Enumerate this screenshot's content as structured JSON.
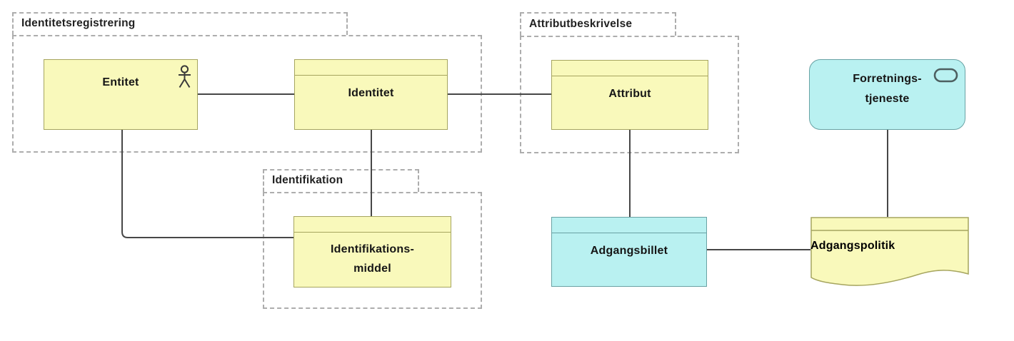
{
  "groups": {
    "identitetsregistrering": {
      "label": "Identitetsregistrering"
    },
    "attributbeskrivelse": {
      "label": "Attributbeskrivelse"
    },
    "identifikation": {
      "label": "Identifikation"
    }
  },
  "nodes": {
    "entitet": {
      "label": "Entitet",
      "type": "business-actor",
      "icon": "actor-icon",
      "fill": "#F9F9BB"
    },
    "identitet": {
      "label": "Identitet",
      "type": "business-object",
      "fill": "#F9F9BB"
    },
    "attribut": {
      "label": "Attribut",
      "type": "business-object",
      "fill": "#F9F9BB"
    },
    "identifikationsmiddel": {
      "label": "Identifikations-\nmiddel",
      "type": "business-object",
      "fill": "#F9F9BB"
    },
    "forretningstjeneste": {
      "label": "Forretnings-\ntjeneste",
      "type": "business-service",
      "icon": "service-oval-icon",
      "fill": "#B9F1F1"
    },
    "adgangsbillet": {
      "label": "Adgangsbillet",
      "type": "data-object",
      "fill": "#B9F1F1"
    },
    "adgangspolitik": {
      "label": "Adgangspolitik",
      "type": "deliverable",
      "fill": "#F9F9BB"
    }
  },
  "connections": [
    {
      "from": "entitet",
      "to": "identitet"
    },
    {
      "from": "identitet",
      "to": "attribut"
    },
    {
      "from": "identitet",
      "to": "identifikationsmiddel"
    },
    {
      "from": "entitet",
      "to": "identifikationsmiddel"
    },
    {
      "from": "attribut",
      "to": "adgangsbillet"
    },
    {
      "from": "forretningstjeneste",
      "to": "adgangspolitik"
    },
    {
      "from": "adgangsbillet",
      "to": "adgangspolitik"
    }
  ],
  "colors": {
    "yellow_fill": "#F9F9BB",
    "yellow_border": "#A6A55F",
    "cyan_fill": "#B9F1F1",
    "cyan_border": "#69A2A4",
    "group_border": "#ADADAD",
    "connector": "#474747",
    "text": "#161616",
    "background": "#FFFFFF"
  }
}
